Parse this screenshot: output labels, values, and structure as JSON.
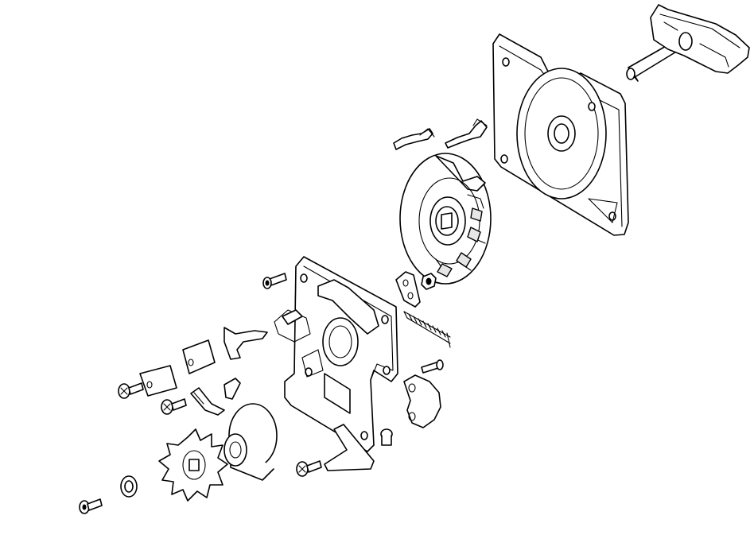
{
  "figure": {
    "type": "exploded-assembly-drawing",
    "style": "black line art on white",
    "colors": {
      "background": "#ffffff",
      "line": "#000000"
    },
    "parts": [
      "t-handle-crank",
      "housing-cover-plate",
      "spring-clip-1",
      "spring-clip-2",
      "ratchet-disc",
      "main-frame-plate",
      "socket-head-screw",
      "small-pawl-plate",
      "nut",
      "coil-spring",
      "release-lever",
      "pawl-link",
      "small-bracket",
      "square-block",
      "tab-plate",
      "pan-head-screw",
      "flag-lever",
      "clip-bracket",
      "hub-drum",
      "pan-head-screw-2",
      "shoulder-pin",
      "trigger-pawl",
      "pan-head-screw-3",
      "washer",
      "sprocket",
      "socket-head-screw-2"
    ]
  }
}
